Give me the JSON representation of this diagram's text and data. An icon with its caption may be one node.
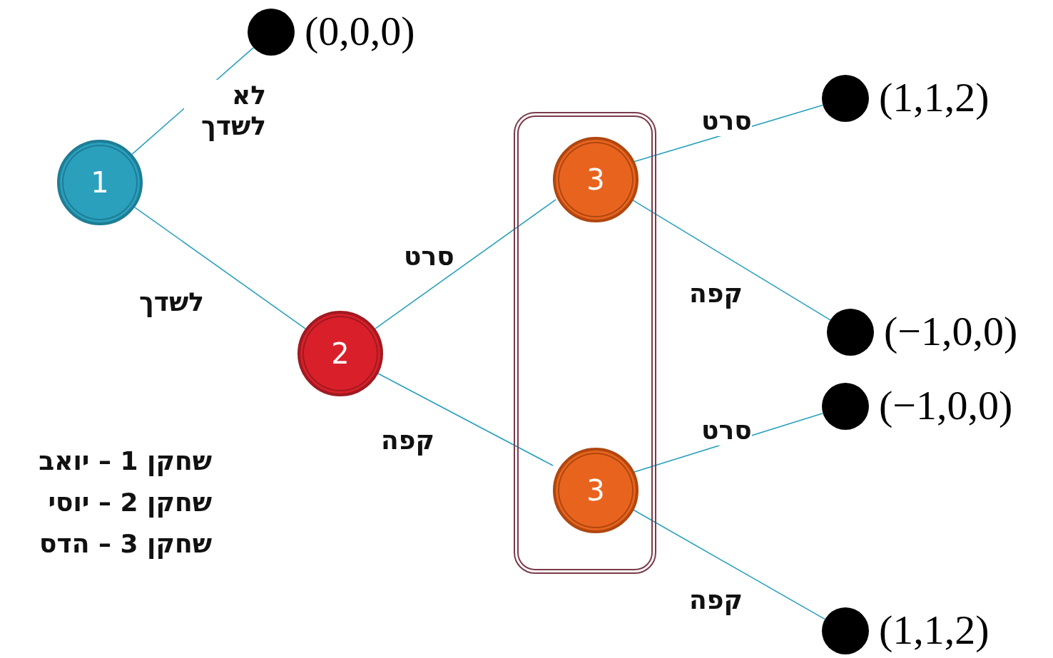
{
  "diagram": {
    "nodes": [
      {
        "text": [
          "1"
        ]
      },
      {
        "text": [],
        "shape": "circle",
        "beside": [
          "(0,0,0)"
        ]
      },
      {
        "text": [
          "2"
        ]
      },
      {
        "text": [],
        "shape": "box"
      },
      {
        "text": [
          "3"
        ],
        "in": 3
      },
      {
        "text": [
          "3"
        ],
        "in": 3
      },
      {
        "text": [],
        "shape": "circle",
        "beside": [
          "(1,1,2)"
        ]
      },
      {
        "text": [],
        "shape": "circle",
        "beside": [
          "(−1,0,0)"
        ]
      },
      {
        "text": [],
        "shape": "circle",
        "beside": [
          "(−1,0,0)"
        ]
      },
      {
        "text": [],
        "shape": "circle",
        "beside": [
          "(1,1,2)"
        ]
      }
    ],
    "edges": [
      {
        "from": 0,
        "to": 1,
        "arrow": "none",
        "label": "לא לשדך"
      },
      {
        "from": 0,
        "to": 2,
        "arrow": "none",
        "label": "לשדך"
      },
      {
        "from": 2,
        "to": 4,
        "arrow": "none",
        "label": "סרט"
      },
      {
        "from": 2,
        "to": 5,
        "arrow": "none",
        "label": "קפה"
      },
      {
        "from": 4,
        "to": 6,
        "arrow": "none",
        "label": "סרט"
      },
      {
        "from": 4,
        "to": 7,
        "arrow": "none",
        "label": "קפה"
      },
      {
        "from": 5,
        "to": 8,
        "arrow": "none",
        "label": "סרט"
      },
      {
        "from": 5,
        "to": 9,
        "arrow": "none",
        "label": "קפה"
      }
    ],
    "labels": [
      "שחקן 1 – יואב",
      "שחקן 2 – יוסי",
      "שחקן 3 – הדס"
    ]
  }
}
